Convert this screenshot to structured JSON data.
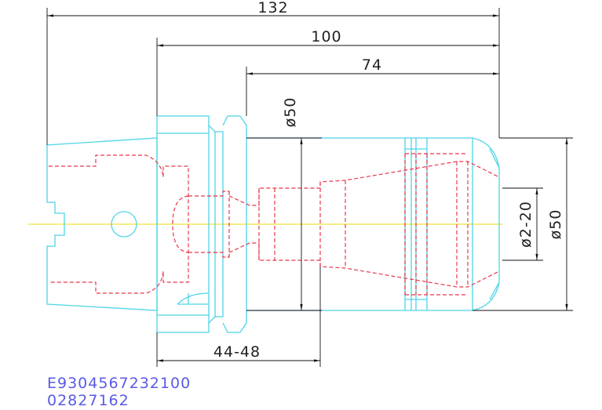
{
  "dimensions": {
    "overall_length": "132",
    "flange_to_nose": "100",
    "body_length": "74",
    "body_diameter": "ø50",
    "clamping_range": "ø2-20",
    "nose_diameter": "ø50",
    "insertion_depth": "44-48"
  },
  "part_codes": {
    "line1": "E9304567232100",
    "line2": "02827162"
  },
  "colors": {
    "outline": "#4fd4e8",
    "hidden": "#e8384a",
    "centerline": "#f1e23a",
    "dimension": "#111111",
    "code_text": "#5a5ae6"
  }
}
